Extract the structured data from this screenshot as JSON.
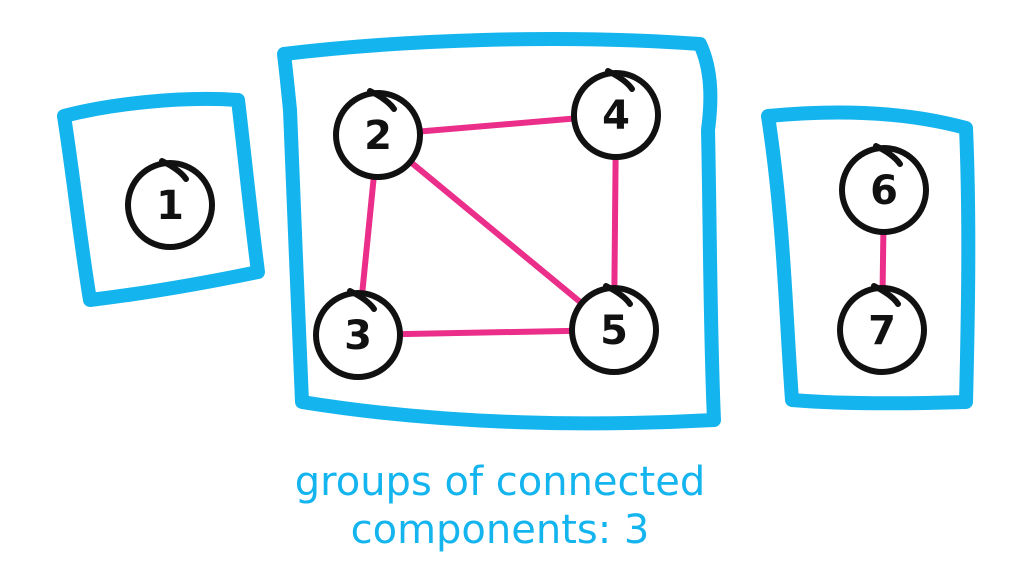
{
  "colors": {
    "group_border": "#14b4ee",
    "edge": "#ea2e8a",
    "node_outline": "#111111",
    "caption": "#14b4ee"
  },
  "nodes": [
    {
      "id": "1",
      "label": "1"
    },
    {
      "id": "2",
      "label": "2"
    },
    {
      "id": "3",
      "label": "3"
    },
    {
      "id": "4",
      "label": "4"
    },
    {
      "id": "5",
      "label": "5"
    },
    {
      "id": "6",
      "label": "6"
    },
    {
      "id": "7",
      "label": "7"
    }
  ],
  "edges": [
    {
      "from": "2",
      "to": "4"
    },
    {
      "from": "2",
      "to": "3"
    },
    {
      "from": "2",
      "to": "5"
    },
    {
      "from": "4",
      "to": "5"
    },
    {
      "from": "3",
      "to": "5"
    },
    {
      "from": "6",
      "to": "7"
    }
  ],
  "groups": [
    {
      "members": [
        "1"
      ]
    },
    {
      "members": [
        "2",
        "3",
        "4",
        "5"
      ]
    },
    {
      "members": [
        "6",
        "7"
      ]
    }
  ],
  "caption": {
    "line1": "groups of connected",
    "line2": "components: 3"
  }
}
